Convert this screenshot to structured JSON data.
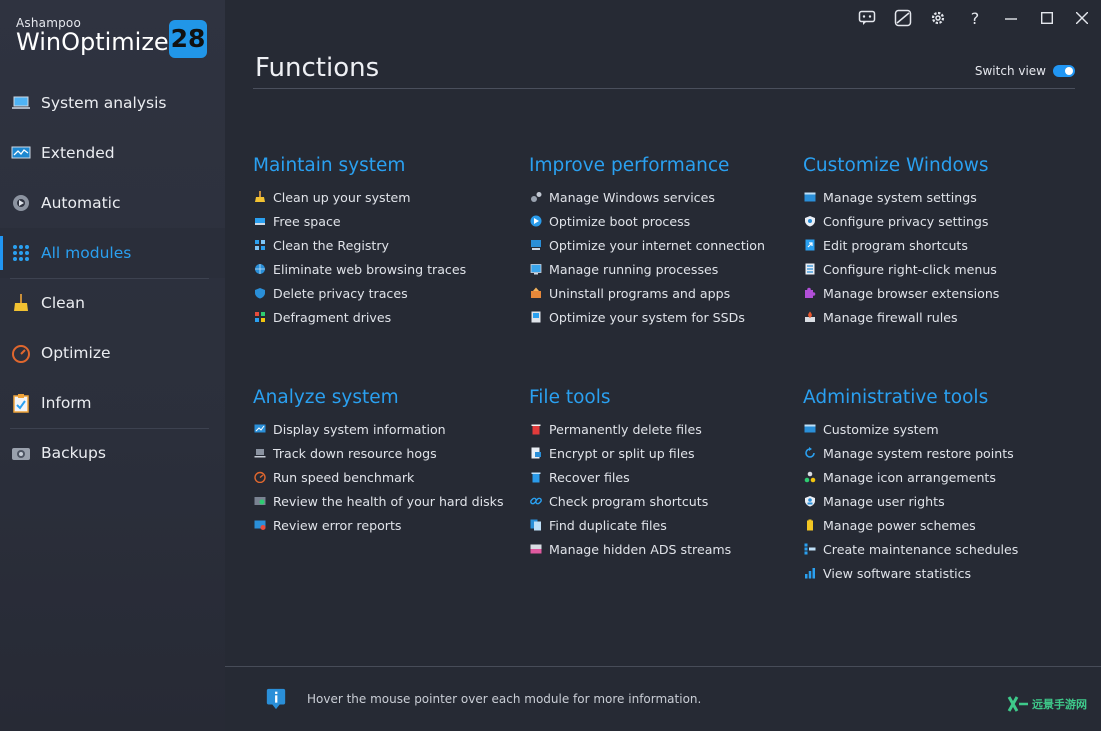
{
  "brand": {
    "company": "Ashampoo",
    "product": "WinOptimizer",
    "version": "28"
  },
  "nav": [
    {
      "label": "System analysis",
      "icon": "laptop-icon"
    },
    {
      "label": "Extended",
      "icon": "monitor-chart-icon"
    },
    {
      "label": "Automatic",
      "icon": "gear-play-icon"
    },
    {
      "label": "All modules",
      "icon": "grid-icon",
      "active": true
    },
    {
      "label": "Clean",
      "icon": "broom-icon"
    },
    {
      "label": "Optimize",
      "icon": "speedometer-icon"
    },
    {
      "label": "Inform",
      "icon": "clipboard-icon"
    },
    {
      "label": "Backups",
      "icon": "camera-icon"
    }
  ],
  "titlebar": {
    "icons": [
      "feedback-icon",
      "skin-icon",
      "settings-icon",
      "help-icon",
      "minimize-icon",
      "maximize-icon",
      "close-icon"
    ]
  },
  "main": {
    "title": "Functions",
    "switch_view_label": "Switch view",
    "groups": [
      {
        "title": "Maintain system",
        "items": [
          "Clean up your system",
          "Free space",
          "Clean the Registry",
          "Eliminate web browsing traces",
          "Delete privacy traces",
          "Defragment drives"
        ]
      },
      {
        "title": "Improve performance",
        "items": [
          "Manage Windows services",
          "Optimize boot process",
          "Optimize your internet connection",
          "Manage running processes",
          "Uninstall programs and apps",
          "Optimize your system for SSDs"
        ]
      },
      {
        "title": "Customize Windows",
        "items": [
          "Manage system settings",
          "Configure privacy settings",
          "Edit program shortcuts",
          "Configure right-click menus",
          "Manage browser extensions",
          "Manage firewall rules"
        ]
      },
      {
        "title": "Analyze system",
        "items": [
          "Display system information",
          "Track down resource hogs",
          "Run speed benchmark",
          "Review the health of your hard disks",
          "Review error reports"
        ]
      },
      {
        "title": "File tools",
        "items": [
          "Permanently delete files",
          "Encrypt or split up files",
          "Recover files",
          "Check program shortcuts",
          "Find duplicate files",
          "Manage hidden ADS streams"
        ]
      },
      {
        "title": "Administrative tools",
        "items": [
          "Customize system",
          "Manage system restore points",
          "Manage icon arrangements",
          "Manage user rights",
          "Manage power schemes",
          "Create maintenance schedules",
          "View software statistics"
        ]
      }
    ]
  },
  "footer": {
    "text": "Hover the mouse pointer over each module for more information.",
    "watermark": "远景手游网"
  },
  "colors": {
    "accent": "#2aa0f0",
    "background": "#262a34",
    "sidebar": "#2e3240"
  }
}
